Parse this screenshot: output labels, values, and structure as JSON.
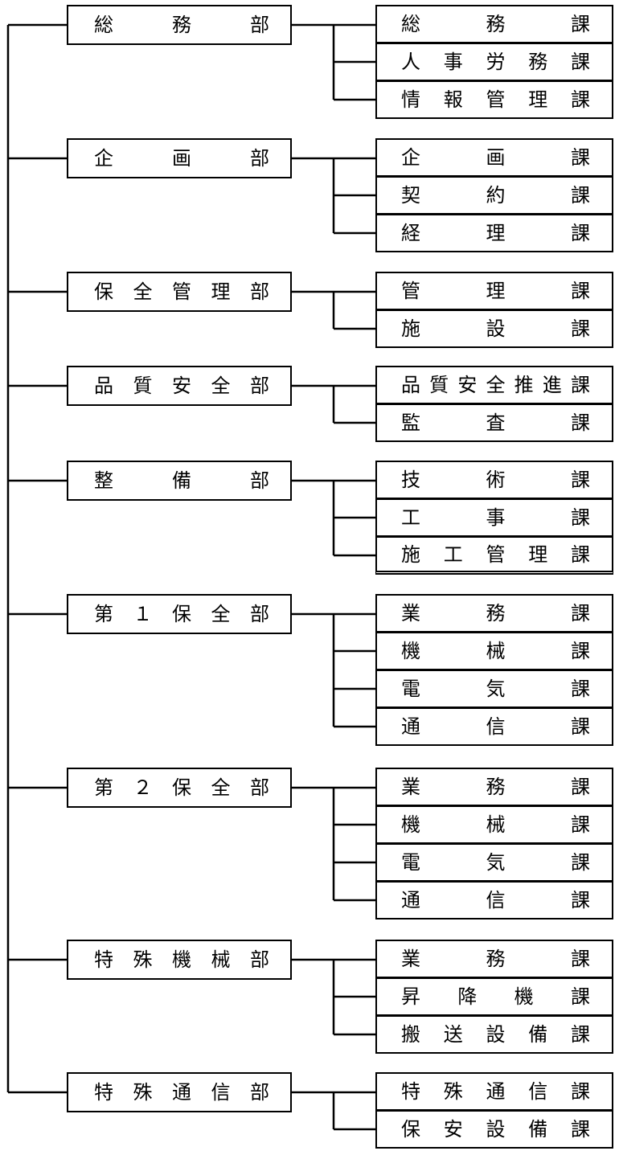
{
  "departments": [
    {
      "name": "総務部",
      "sections": [
        "総務課",
        "人事労務課",
        "情報管理課"
      ]
    },
    {
      "name": "企画部",
      "sections": [
        "企画課",
        "契約課",
        "経理課"
      ]
    },
    {
      "name": "保全管理部",
      "sections": [
        "管理課",
        "施設課"
      ]
    },
    {
      "name": "品質安全部",
      "sections": [
        "品質安全推進課",
        "監査課"
      ]
    },
    {
      "name": "整備部",
      "sections": [
        "技術課",
        "工事課",
        "施工管理課"
      ]
    },
    {
      "name": "第１保全部",
      "sections": [
        "業務課",
        "機械課",
        "電気課",
        "通信課"
      ]
    },
    {
      "name": "第２保全部",
      "sections": [
        "業務課",
        "機械課",
        "電気課",
        "通信課"
      ]
    },
    {
      "name": "特殊機械部",
      "sections": [
        "業務課",
        "昇降機課",
        "搬送設備課"
      ]
    },
    {
      "name": "特殊通信部",
      "sections": [
        "特殊通信課",
        "保安設備課"
      ]
    }
  ]
}
